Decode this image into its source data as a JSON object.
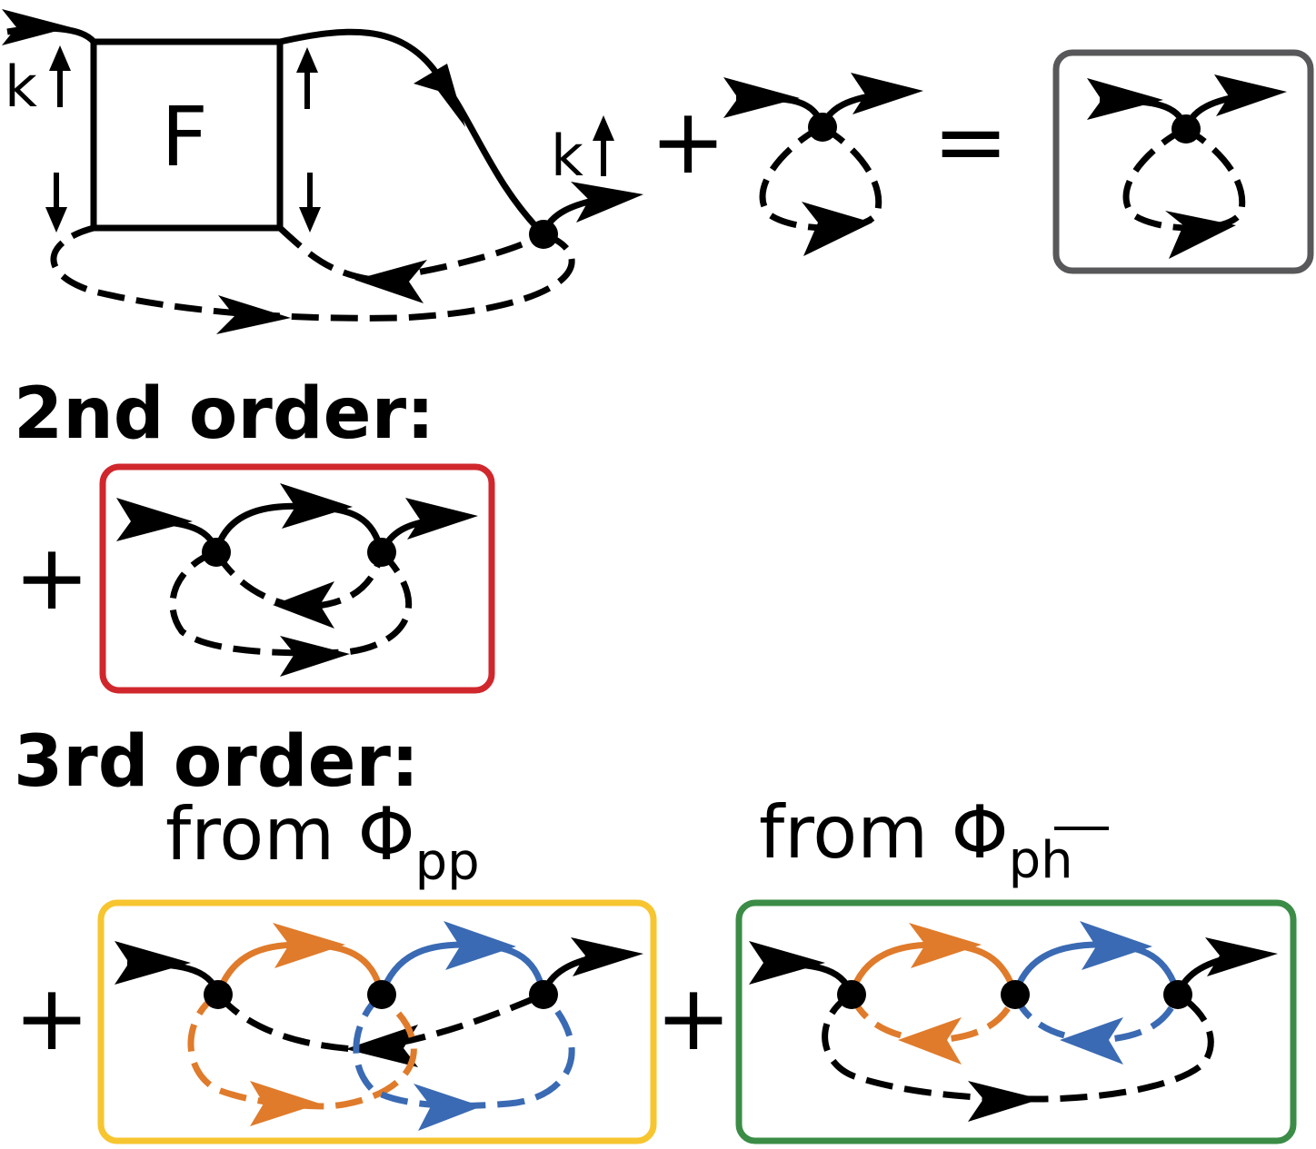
{
  "colors": {
    "black": "#000000",
    "gray_box": "#58585a",
    "red_box": "#d0272d",
    "yellow_box": "#f7c530",
    "green_box": "#3b8c46",
    "orange_line": "#df7b2b",
    "blue_line": "#3a6ab3"
  },
  "top_row": {
    "vertex_label": "F",
    "momentum_left": "k",
    "momentum_right": "k",
    "plus": "+",
    "equals": "="
  },
  "second_order": {
    "heading": "2nd order:",
    "plus": "+"
  },
  "third_order": {
    "heading": "3rd order:",
    "pp_prefix": "from Φ",
    "pp_subscript": "pp",
    "ph_prefix": "from Φ",
    "ph_subscript": "ph",
    "plus_left": "+",
    "plus_middle": "+"
  }
}
